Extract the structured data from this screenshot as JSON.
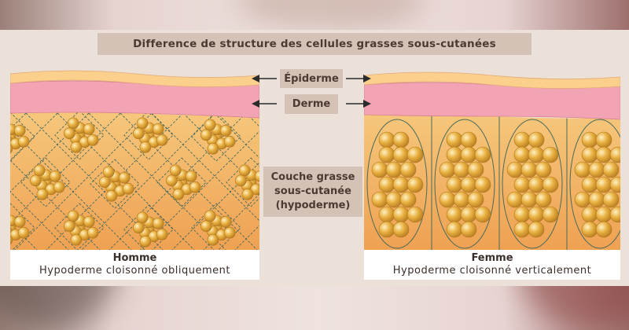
{
  "title": "Difference de structure des cellules grasses sous-cutanées",
  "labels": {
    "epidermis": "Épiderme",
    "dermis": "Derme",
    "hypodermis_line1": "Couche grasse",
    "hypodermis_line2": "sous-cutanée",
    "hypodermis_line3": "(hypoderme)"
  },
  "panels": {
    "man": {
      "title": "Homme",
      "subtitle": "Hypoderme cloisonné obliquement"
    },
    "woman": {
      "title": "Femme",
      "subtitle": "Hypoderme cloisonné verticalement"
    }
  },
  "colors": {
    "epidermis": "#fbd08c",
    "dermis": "#f3a4b4",
    "fat_top": "#f8d48a",
    "fat_bottom": "#efa152",
    "septum": "#4a6a5a",
    "cell": "#e8b040",
    "label_bg": "#d3c2b5",
    "arrow": "#2b2b2b"
  }
}
